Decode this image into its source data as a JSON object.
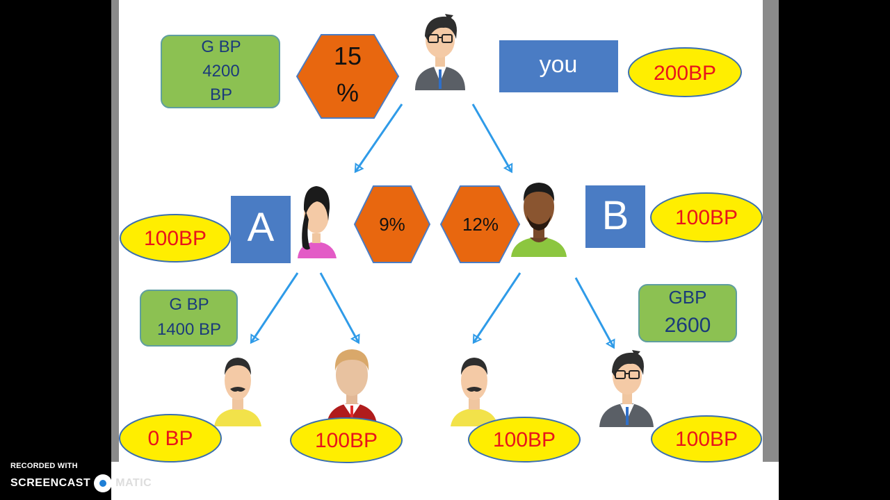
{
  "top": {
    "group_box": {
      "line1": "G BP",
      "line2": "4200",
      "line3": "BP"
    },
    "percent_line1": "15",
    "percent_line2": "%",
    "you_label": "you",
    "you_points": "200BP"
  },
  "middle": {
    "a_points": "100BP",
    "a_label": "A",
    "a_percent": "9%",
    "b_percent": "12%",
    "b_label": "B",
    "b_points": "100BP"
  },
  "lower": {
    "left_group": {
      "line1": "G BP",
      "line2": "1400 BP"
    },
    "right_group": {
      "line1": "GBP",
      "line2": "2600"
    }
  },
  "bottom": {
    "p1": "0 BP",
    "p2": "100BP",
    "p3": "100BP",
    "p4": "100BP"
  },
  "watermark": {
    "recorded": "RECORDED WITH",
    "brand_left": "SCREENCAST",
    "brand_right": "MATIC"
  },
  "colors": {
    "green": "#8cc152",
    "orange": "#e8670f",
    "blue": "#4a7cc4",
    "yellow": "#ffee00",
    "red_text": "#e8141b",
    "arrow": "#2f9be8"
  }
}
